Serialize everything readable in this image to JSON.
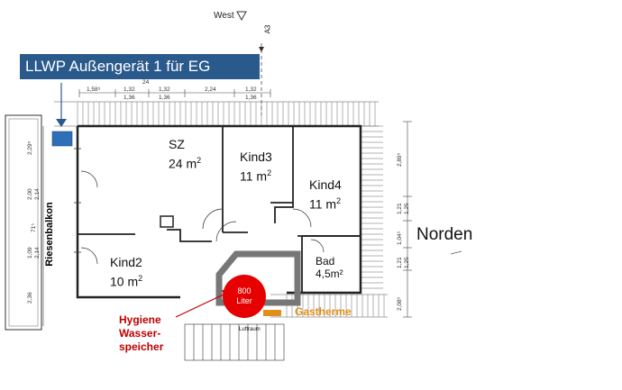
{
  "title": "LLWP Außengerät 1 für EG",
  "compass": {
    "west": "West",
    "north": "Norden"
  },
  "section_marker": "A3",
  "rooms": [
    {
      "name": "SZ",
      "area": "24 m",
      "exp": "2"
    },
    {
      "name": "Kind3",
      "area": "11 m",
      "exp": "2"
    },
    {
      "name": "Kind4",
      "area": "11 m",
      "exp": "2"
    },
    {
      "name": "Kind2",
      "area": "10 m",
      "exp": "2"
    },
    {
      "name": "Bad",
      "area": "4,5m²"
    }
  ],
  "balcony": "Riesenbalkon",
  "tank": {
    "line1": "800",
    "line2": "Liter"
  },
  "hygiene": {
    "line1": "Hygiene",
    "line2": "Wasser-",
    "line3": "speicher"
  },
  "boiler": "Gastherme",
  "stair_label": "Luftraum",
  "dims_top": [
    "1,58⁵",
    "1,32",
    "1,32",
    "2,24",
    "1,32",
    "24",
    "1,36",
    "1,36",
    "1,36"
  ],
  "dims_left": [
    "2,29⁵",
    "2,00",
    "2,14",
    "71⁵",
    "1,09",
    "2,14",
    "2,36"
  ],
  "dims_right": [
    "2,89⁵",
    "1,21",
    "1,25",
    "1,04⁵",
    "1,21",
    "1,25",
    "2,08⁵"
  ],
  "colors": {
    "banner": "#2a5a8c",
    "tank": "#e60000",
    "hygiene": "#c00000",
    "boiler": "#e0901a",
    "outdoor_unit": "#2f6fb5"
  }
}
